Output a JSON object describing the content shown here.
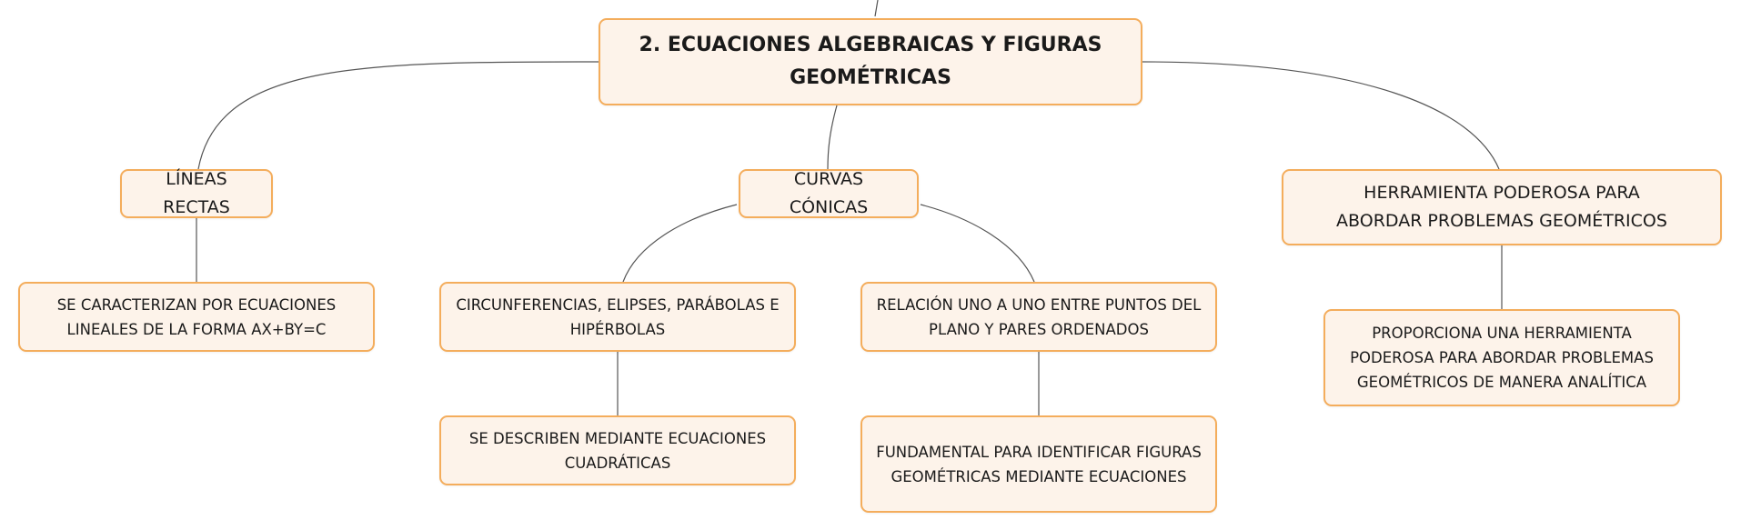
{
  "diagram": {
    "root": {
      "text": "2. ECUACIONES ALGEBRAICAS Y FIGURAS GEOMÉTRICAS"
    },
    "branches": [
      {
        "text": "LÍNEAS RECTAS",
        "children": [
          {
            "text": "SE CARACTERIZAN POR ECUACIONES LINEALES DE LA FORMA AX+BY=C"
          }
        ]
      },
      {
        "text": "CURVAS CÓNICAS",
        "children": [
          {
            "text": "CIRCUNFERENCIAS, ELIPSES, PARÁBOLAS E HIPÉRBOLAS"
          },
          {
            "text": "SE DESCRIBEN MEDIANTE ECUACIONES CUADRÁTICAS"
          },
          {
            "text": "RELACIÓN UNO A UNO ENTRE PUNTOS DEL PLANO Y PARES ORDENADOS"
          },
          {
            "text": "FUNDAMENTAL PARA IDENTIFICAR FIGURAS GEOMÉTRICAS MEDIANTE ECUACIONES"
          }
        ]
      },
      {
        "text": "HERRAMIENTA PODEROSA PARA ABORDAR PROBLEMAS GEOMÉTRICOS",
        "children": [
          {
            "text": "PROPORCIONA UNA HERRAMIENTA PODEROSA PARA ABORDAR PROBLEMAS GEOMÉTRICOS DE MANERA ANALÍTICA"
          }
        ]
      }
    ]
  },
  "colors": {
    "node_fill": "#fdf3ea",
    "node_border": "#f4ad5c",
    "connector": "#555555",
    "text": "#1a1a1a"
  }
}
